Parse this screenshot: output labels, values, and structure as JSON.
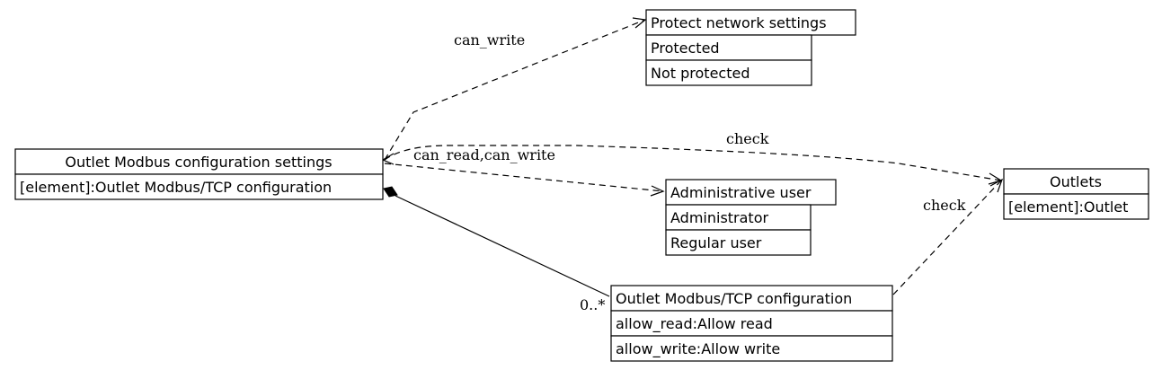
{
  "nodes": {
    "omcs": {
      "title": "Outlet Modbus configuration settings",
      "rows": [
        "[element]:Outlet Modbus/TCP configuration"
      ]
    },
    "pns": {
      "title": "Protect network settings",
      "rows": [
        "Protected",
        "Not protected"
      ]
    },
    "admin": {
      "title": "Administrative user",
      "rows": [
        "Administrator",
        "Regular user"
      ]
    },
    "outlets": {
      "title": "Outlets",
      "rows": [
        "[element]:Outlet"
      ]
    },
    "omtc": {
      "title": "Outlet Modbus/TCP configuration",
      "rows": [
        "allow_read:Allow read",
        "allow_write:Allow write"
      ]
    }
  },
  "edges": {
    "can_write": "can_write",
    "can_read_write": "can_read,can_write",
    "check_top": "check",
    "check_bottom": "check",
    "multiplicity": "0..*"
  }
}
